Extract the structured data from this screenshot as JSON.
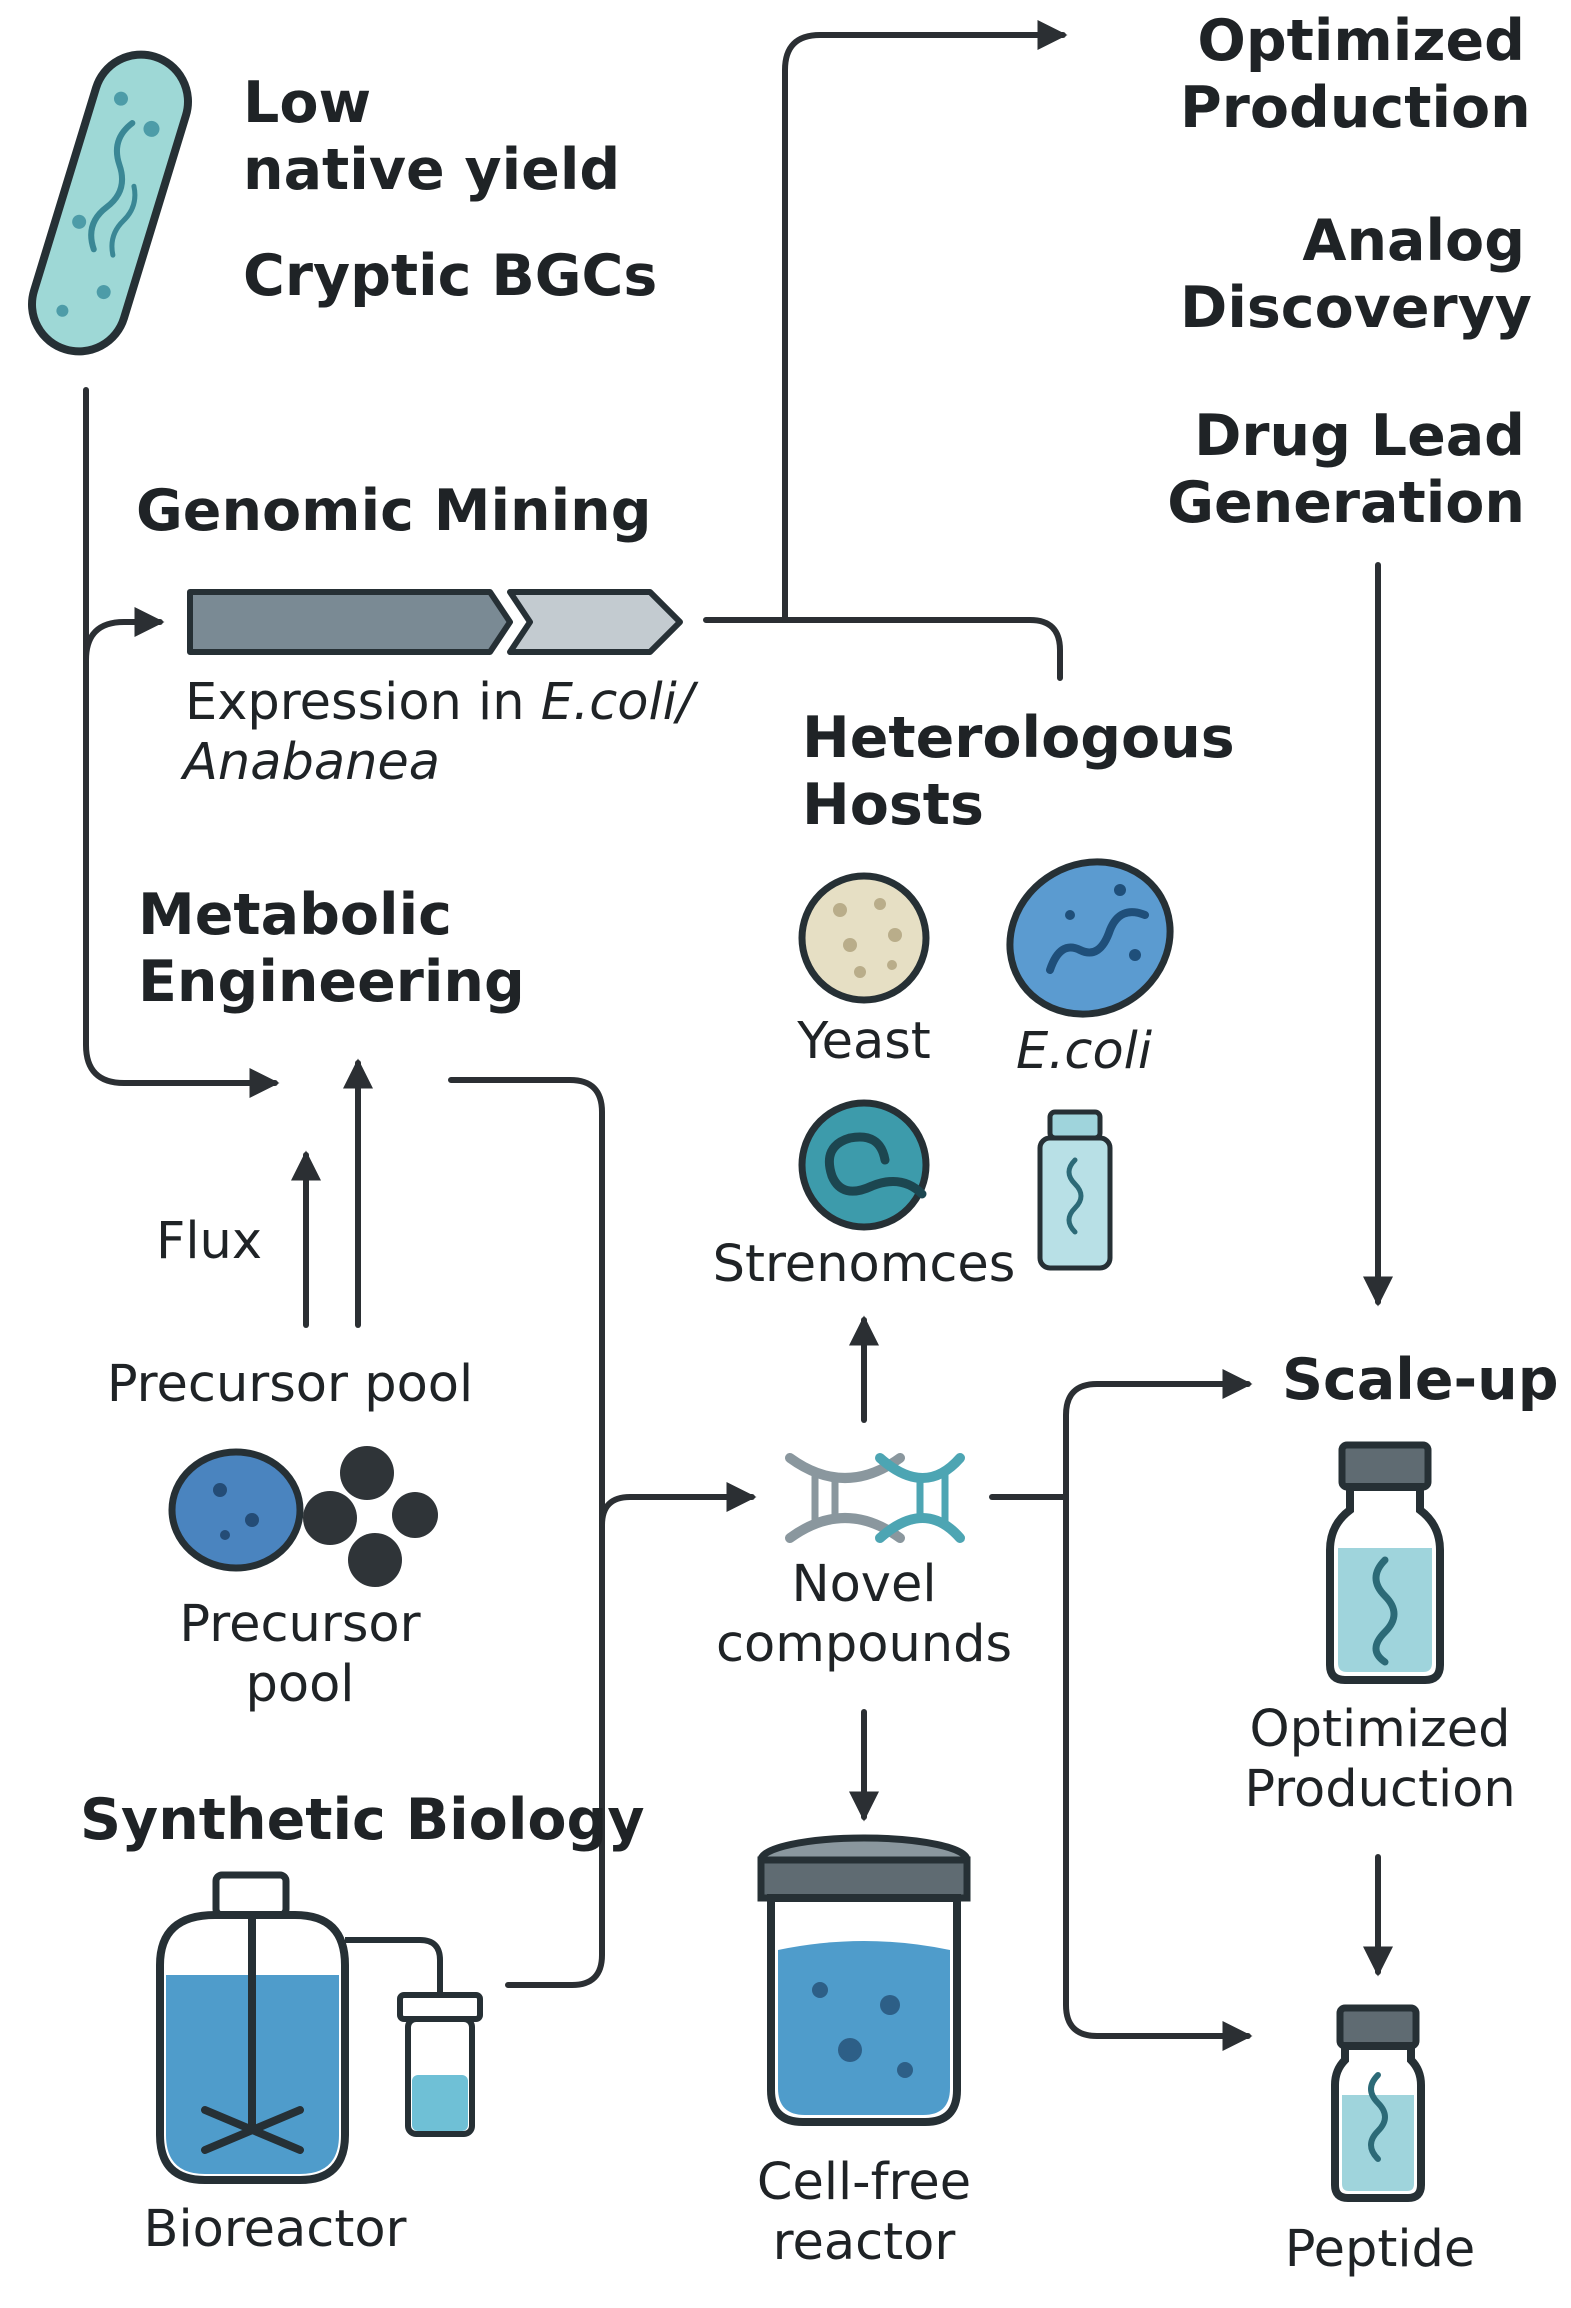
{
  "labels": {
    "low_native_yield": "Low\nnative yield",
    "cryptic_bgcs": "Cryptic BGCs",
    "genomic_mining": "Genomic Mining",
    "expression_prefix": "Expression in ",
    "expression_ecoli": "E.coli/",
    "expression_anabanea": "Anabanea",
    "heterologous_hosts": "Heterologous\nHosts",
    "yeast": "Yeast",
    "ecoli": "E.coli",
    "strenomces": "Strenomces",
    "metabolic_engineering": "Metabolic\nEngineering",
    "flux": "Flux",
    "precursor_pool_top": "Precursor pool",
    "precursor_pool_bottom": "Precursor\npool",
    "synthetic_biology": "Synthetic Biology",
    "bioreactor": "Bioreactor",
    "novel_compounds": "Novel\ncompounds",
    "cell_free_reactor": "Cell-free\nreactor",
    "optimized_production_top": "Optimized\nProduction",
    "analog_discovery": "Analog\nDiscoveryy",
    "drug_lead_generation": "Drug Lead\nGeneration",
    "scale_up": "Scale-up",
    "optimized_production_bottom": "Optimized\nProduction",
    "peptide": "Peptide"
  },
  "colors": {
    "outline": "#263035",
    "line": "#2b2f33",
    "bacterium_fill": "#9ed8d6",
    "gene_dark": "#7a8a94",
    "gene_light": "#c3cbd0",
    "yeast_fill": "#e6dfc4",
    "ecoli_fill": "#5b9bd0",
    "strep_fill": "#3d9bab",
    "precursor_blue": "#4a84bf",
    "precursor_dark": "#2f3438",
    "liquid": "#4f9ccb",
    "vial_liquid": "#9fd4dc",
    "helix_teal": "#4da5b3",
    "helix_gray": "#8a979e"
  },
  "icons": [
    "rod-bacterium-icon",
    "gene-cluster-icon",
    "yeast-cell-icon",
    "ecoli-cell-icon",
    "streptomyces-cell-icon",
    "small-vial-icon",
    "precursor-molecules-icon",
    "bioreactor-icon",
    "dna-helix-icon",
    "cell-free-reactor-icon",
    "scale-up-vial-icon",
    "peptide-vial-icon"
  ]
}
